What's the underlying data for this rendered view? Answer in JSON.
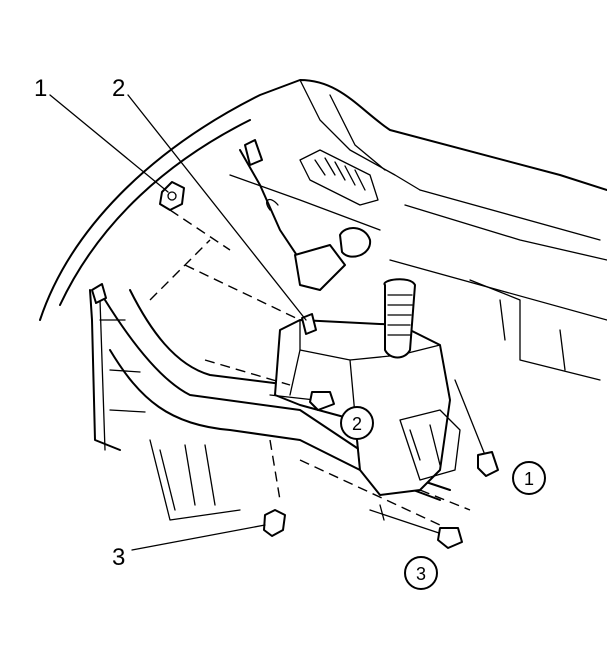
{
  "callouts": [
    {
      "id": "1",
      "label": "1"
    },
    {
      "id": "2",
      "label": "2"
    },
    {
      "id": "3",
      "label": "3"
    }
  ],
  "circled_callouts": [
    {
      "id": "c1",
      "label": "1"
    },
    {
      "id": "c2",
      "label": "2"
    },
    {
      "id": "c3",
      "label": "3"
    }
  ]
}
